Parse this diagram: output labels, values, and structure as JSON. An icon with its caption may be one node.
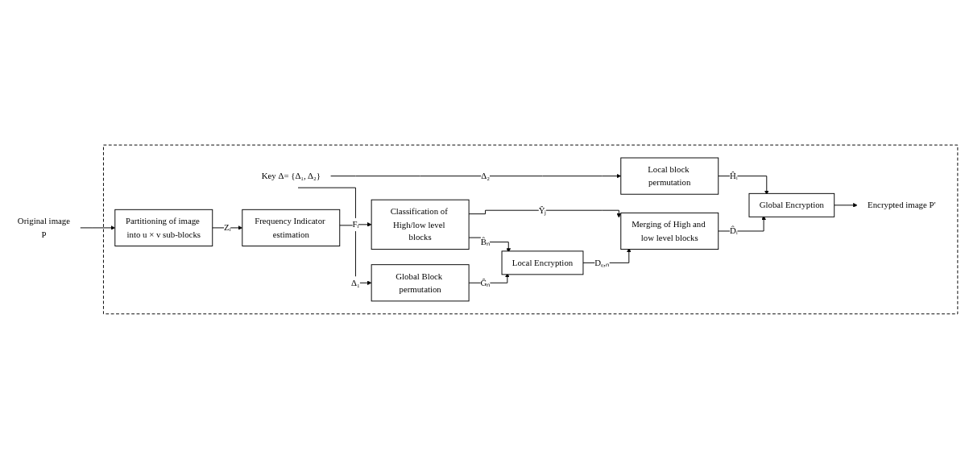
{
  "diagram": {
    "nodes": [
      {
        "text": [],
        "shape": "box"
      },
      {
        "text": [
          "Key Δ= {Δ₁, Δ₂}"
        ],
        "in": 0
      },
      {
        "text": [
          "Global Block permutation"
        ],
        "in": 0
      },
      {
        "text": [
          "Local block permutation"
        ],
        "in": 0
      },
      {
        "text": [
          "Original image",
          "P"
        ]
      },
      {
        "text": [
          "Partitioning of image into u × v sub-blocks"
        ],
        "in": 0
      },
      {
        "text": [
          "Frequency Indicator estimation"
        ],
        "in": 0
      },
      {
        "text": [
          "Classification of High/low level blocks"
        ],
        "in": 0
      },
      {
        "text": [
          "Local Encryption"
        ],
        "in": 0
      },
      {
        "text": [
          "Global Encryption"
        ],
        "in": 0
      },
      {
        "text": [
          "Merging of High and low level blocks"
        ],
        "in": 0
      },
      {
        "text": [
          "Encrypted image P′"
        ],
        "in": 0
      }
    ],
    "edges": [
      {
        "from": 1,
        "to": 2,
        "arrow": "to",
        "label": "Δ₁"
      },
      {
        "from": 1,
        "to": 3,
        "arrow": "to",
        "label": "Δ₂"
      },
      {
        "from": 4,
        "to": 5,
        "arrow": "to"
      },
      {
        "from": 5,
        "to": 6,
        "arrow": "to",
        "label": "Zᵢ"
      },
      {
        "from": 6,
        "to": 7,
        "arrow": "to",
        "label": "Fᵢ"
      },
      {
        "from": 7,
        "to": 8,
        "arrow": "to",
        "label": "B̂ₙ"
      },
      {
        "from": 2,
        "to": 8,
        "arrow": "to",
        "label": "Ĝₙ"
      },
      {
        "from": 3,
        "to": 9,
        "arrow": "to",
        "label": "Ĥᵢ"
      },
      {
        "from": 7,
        "to": 10,
        "arrow": "to",
        "label": "Ŷⱼ"
      },
      {
        "from": 8,
        "to": 10,
        "arrow": "to",
        "label": "Dᵨ,ₙ"
      },
      {
        "from": 10,
        "to": 9,
        "arrow": "to",
        "label": "D̂ᵢ"
      },
      {
        "from": 9,
        "to": 11,
        "arrow": "to"
      }
    ]
  }
}
